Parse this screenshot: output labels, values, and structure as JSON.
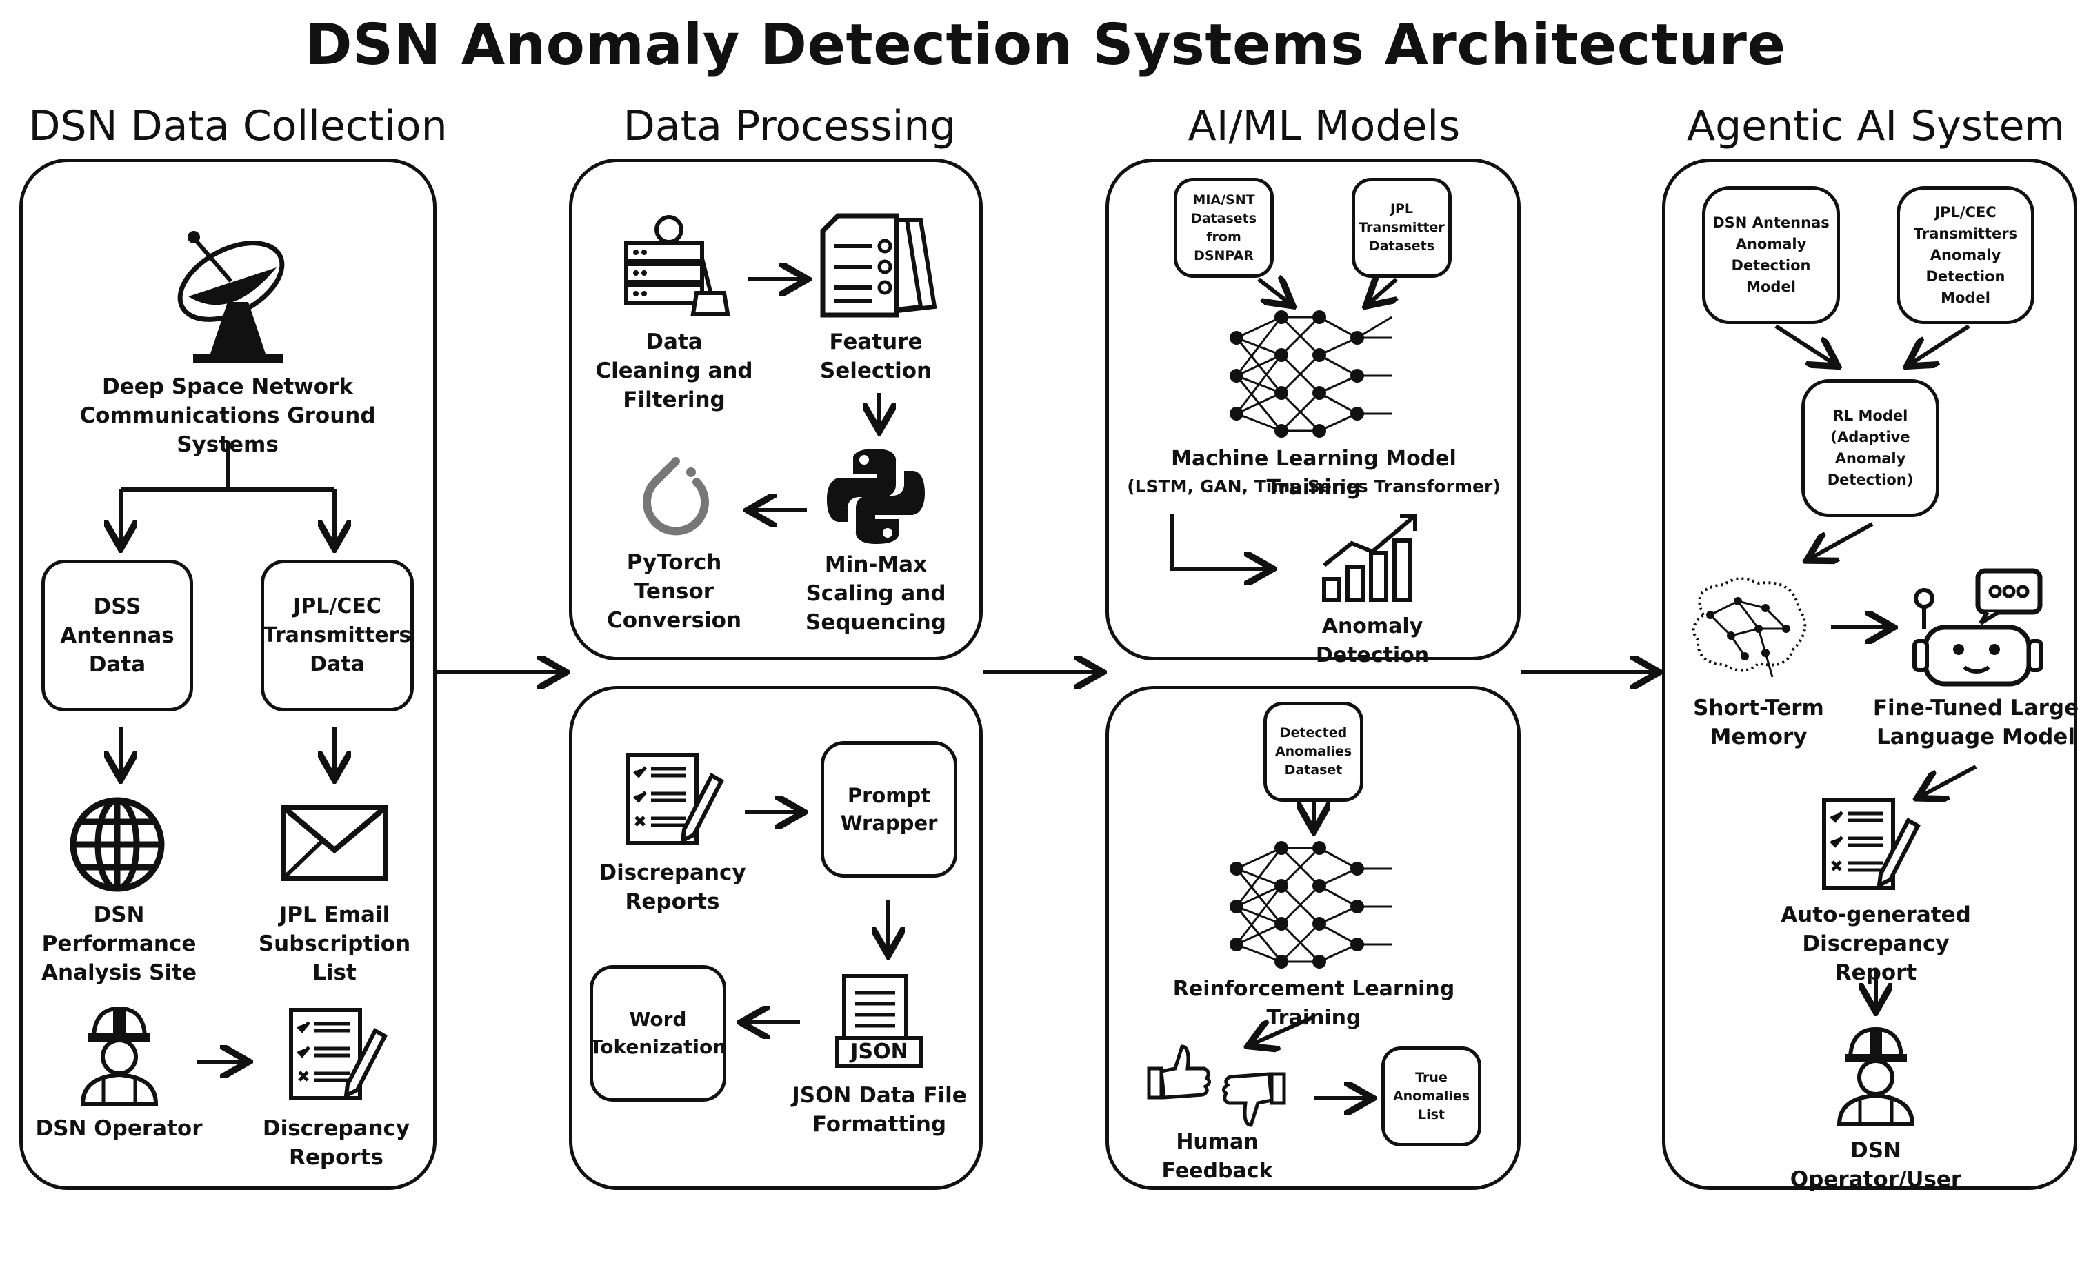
{
  "title": "DSN Anomaly Detection Systems Architecture",
  "columns": {
    "collection": "DSN Data Collection",
    "processing": "Data Processing",
    "models": "AI/ML Models",
    "agentic": "Agentic AI System"
  },
  "collection": {
    "ground_systems": "Deep Space Network Communications Ground Systems",
    "dss_antennas": "DSS Antennas Data",
    "jpl_cec": "JPL/CEC Transmitters Data",
    "performance_site": "DSN Performance Analysis Site",
    "email_list": "JPL Email Subscription List",
    "operator": "DSN Operator",
    "discrepancy_reports": "Discrepancy Reports"
  },
  "processing": {
    "cleaning": "Data Cleaning and Filtering",
    "feature_selection": "Feature Selection",
    "pytorch": "PyTorch Tensor Conversion",
    "minmax": "Min-Max Scaling and Sequencing",
    "discrepancy_reports": "Discrepancy Reports",
    "prompt_wrapper": "Prompt Wrapper",
    "word_tokenization": "Word Tokenization",
    "json_badge": "JSON",
    "json_formatting": "JSON Data File Formatting"
  },
  "models": {
    "mia_snt": "MIA/SNT Datasets from DSNPAR",
    "jpl_transmitter": "JPL Transmitter Datasets",
    "ml_training": "Machine Learning Model Training",
    "ml_types": "(LSTM, GAN, Time Series Transformer)",
    "anomaly_detection": "Anomaly Detection",
    "detected_anomalies": "Detected Anomalies Dataset",
    "rl_training": "Reinforcement Learning Training",
    "human_feedback": "Human Feedback",
    "true_anomalies": "True Anomalies List"
  },
  "agentic": {
    "dsn_antennas_model": "DSN Antennas Anomaly Detection Model",
    "jpl_cec_model": "JPL/CEC Transmitters Anomaly Detection Model",
    "rl_model": "RL Model (Adaptive Anomaly Detection)",
    "short_term_memory": "Short-Term Memory",
    "fine_tuned_llm": "Fine-Tuned Large Language Model",
    "auto_report": "Auto-generated Discrepancy Report",
    "operator_user": "DSN Operator/User"
  }
}
